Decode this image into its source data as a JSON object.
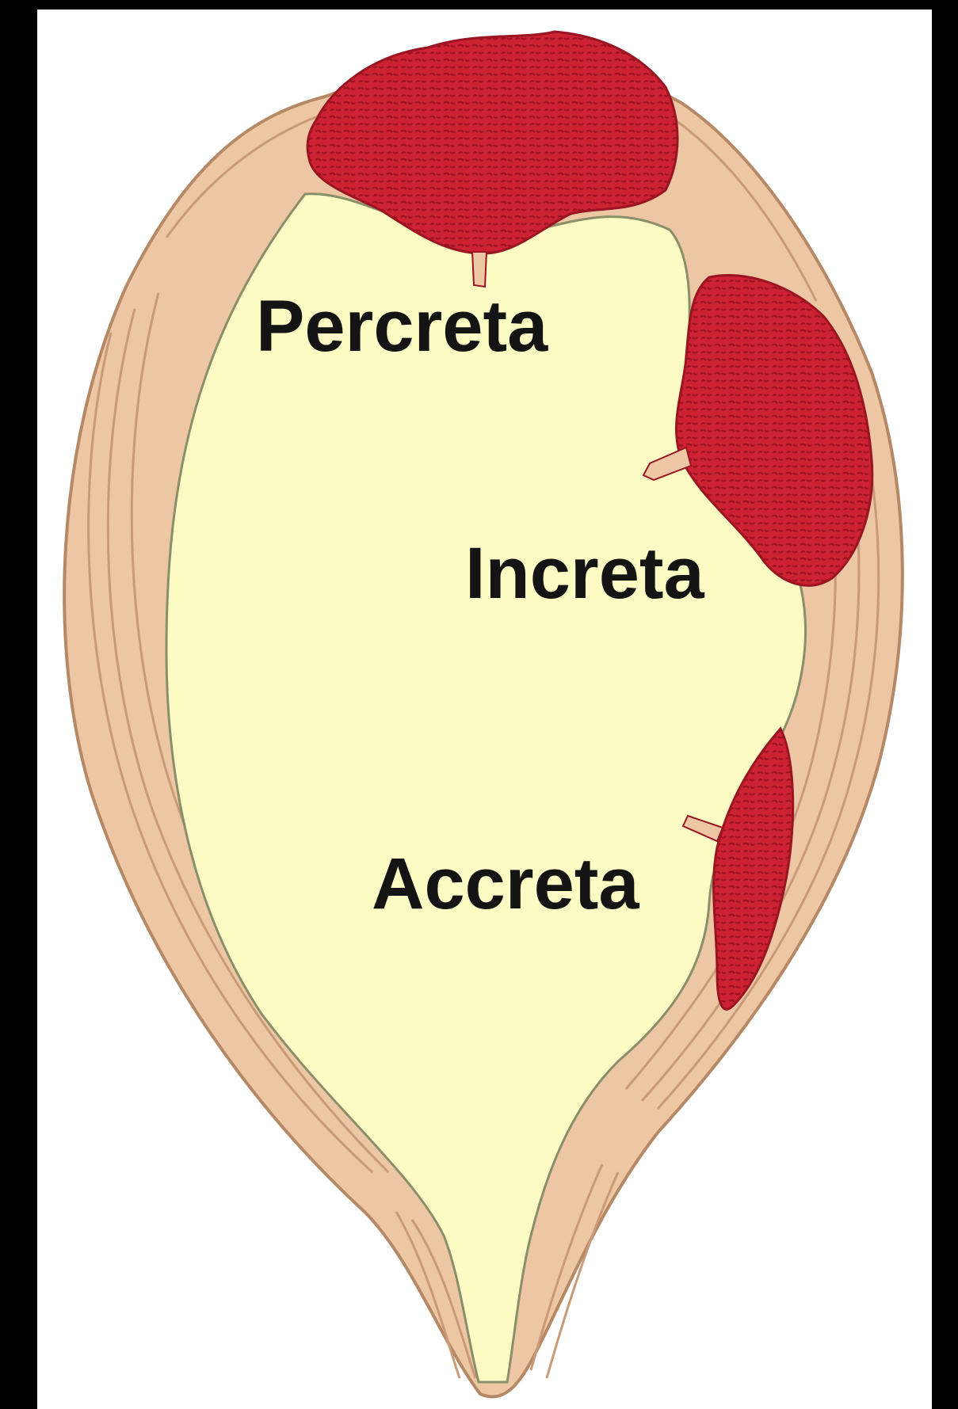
{
  "diagram": {
    "labels": {
      "percreta": "Percreta",
      "increta": "Increta",
      "accreta": "Accreta"
    },
    "colors": {
      "background": "#000000",
      "panel": "#ffffff",
      "wall": "#edc7a3",
      "wall_stroke": "#b58866",
      "wall_grain": "#c99a77",
      "cavity": "#fbfbc3",
      "cavity_edge": "#8a8f6a",
      "placenta": "#cc2233",
      "placenta_dark": "#9a1422",
      "text": "#141414"
    }
  }
}
